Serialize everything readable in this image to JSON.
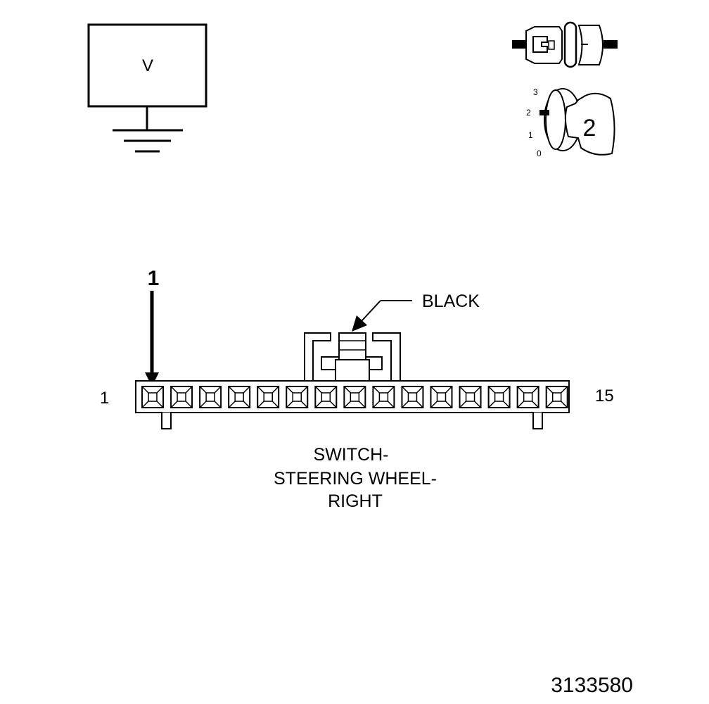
{
  "voltmeter": {
    "symbol": "V"
  },
  "ignition": {
    "positions": [
      "3",
      "2",
      "1",
      "0"
    ],
    "key_label": "2"
  },
  "connector": {
    "pin_callout": "1",
    "first_pin_label": "1",
    "last_pin_label": "15",
    "pin_count": 15,
    "color_label": "BLACK",
    "name_lines": [
      "SWITCH-",
      "STEERING WHEEL-",
      "RIGHT"
    ]
  },
  "figure_id": "3133580"
}
